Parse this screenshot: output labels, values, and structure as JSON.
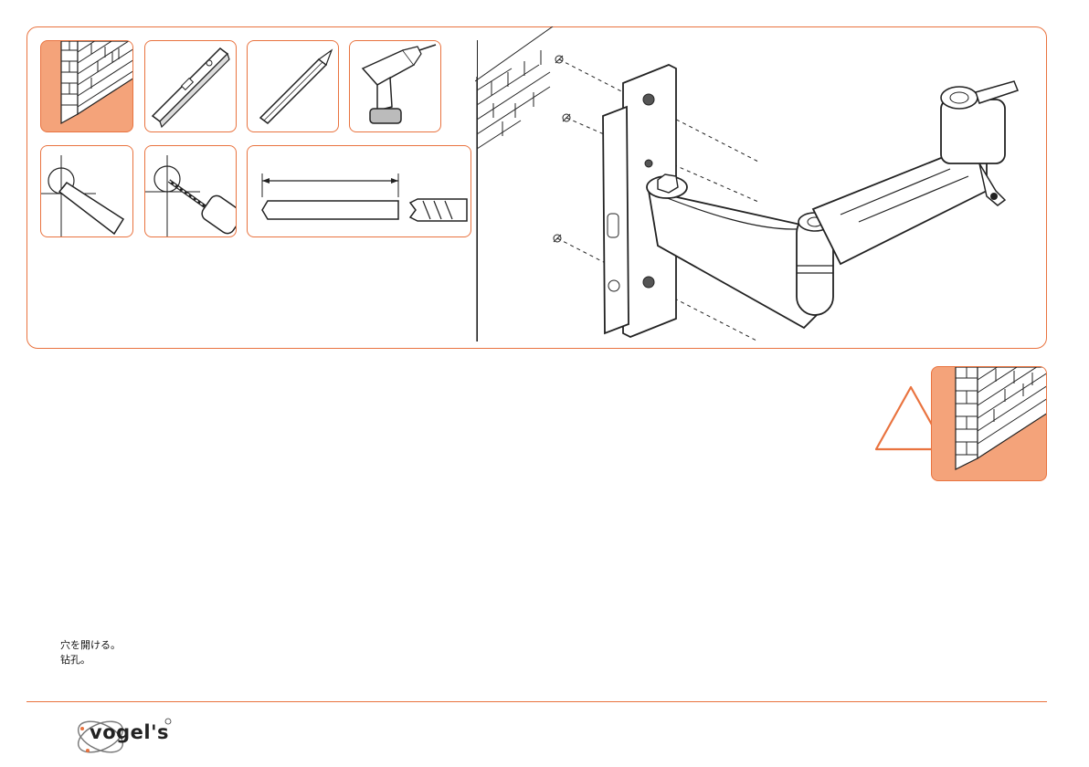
{
  "instructions": {
    "line_ja": "穴を開ける。",
    "line_zh": "钻孔。"
  },
  "brand": {
    "logo_text": "vogel's"
  },
  "colors": {
    "accent": "#e9733f",
    "accent_fill": "#f4a37a",
    "line": "#222222"
  },
  "icons": [
    "brick-wall-icon",
    "spirit-level-icon",
    "pencil-icon",
    "drill-icon",
    "mark-hole-icon",
    "drill-hole-icon",
    "drill-bit-length-icon",
    "warning-triangle-icon"
  ]
}
